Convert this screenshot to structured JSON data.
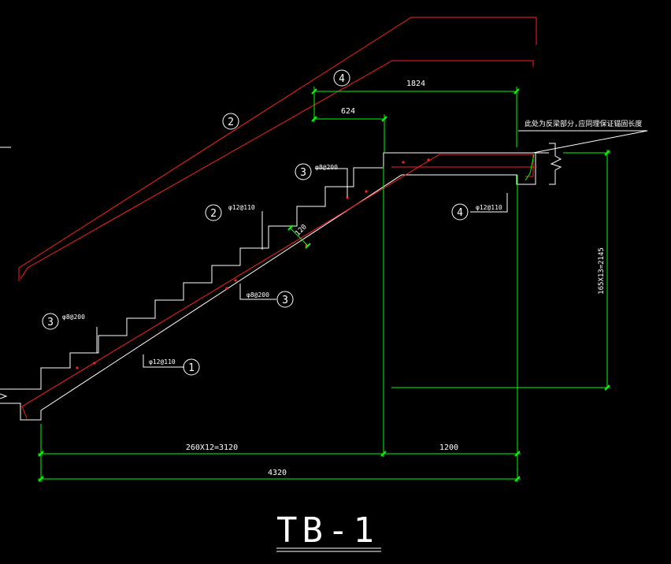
{
  "colors": {
    "background": "#000000",
    "outline": "#ffffff",
    "rebar": "#ff2020",
    "dimension": "#00ff00",
    "text": "#ffffff"
  },
  "drawing": {
    "title": "TB-1",
    "note": "此处为反梁部分,应同理保证锚固长度",
    "marks": {
      "m1": "1",
      "m2_upper": "2",
      "m2_mid": "2",
      "m3_left": "3",
      "m3_mid": "3",
      "m3_upper": "3",
      "m4_top": "4",
      "m4_right": "4"
    },
    "rebar_labels": {
      "bottom": "φ12@110",
      "distribution_left": "φ8@200",
      "distribution_mid": "φ8@200",
      "distribution_upper": "φ8@200",
      "top_bar": "φ12@110",
      "landing": "φ12@110"
    },
    "dimensions": {
      "top_length": "1824",
      "top_short": "624",
      "thickness": "120",
      "height": "165X13=2145",
      "flight": "260X12=3120",
      "landing": "1200",
      "total": "4320"
    }
  }
}
